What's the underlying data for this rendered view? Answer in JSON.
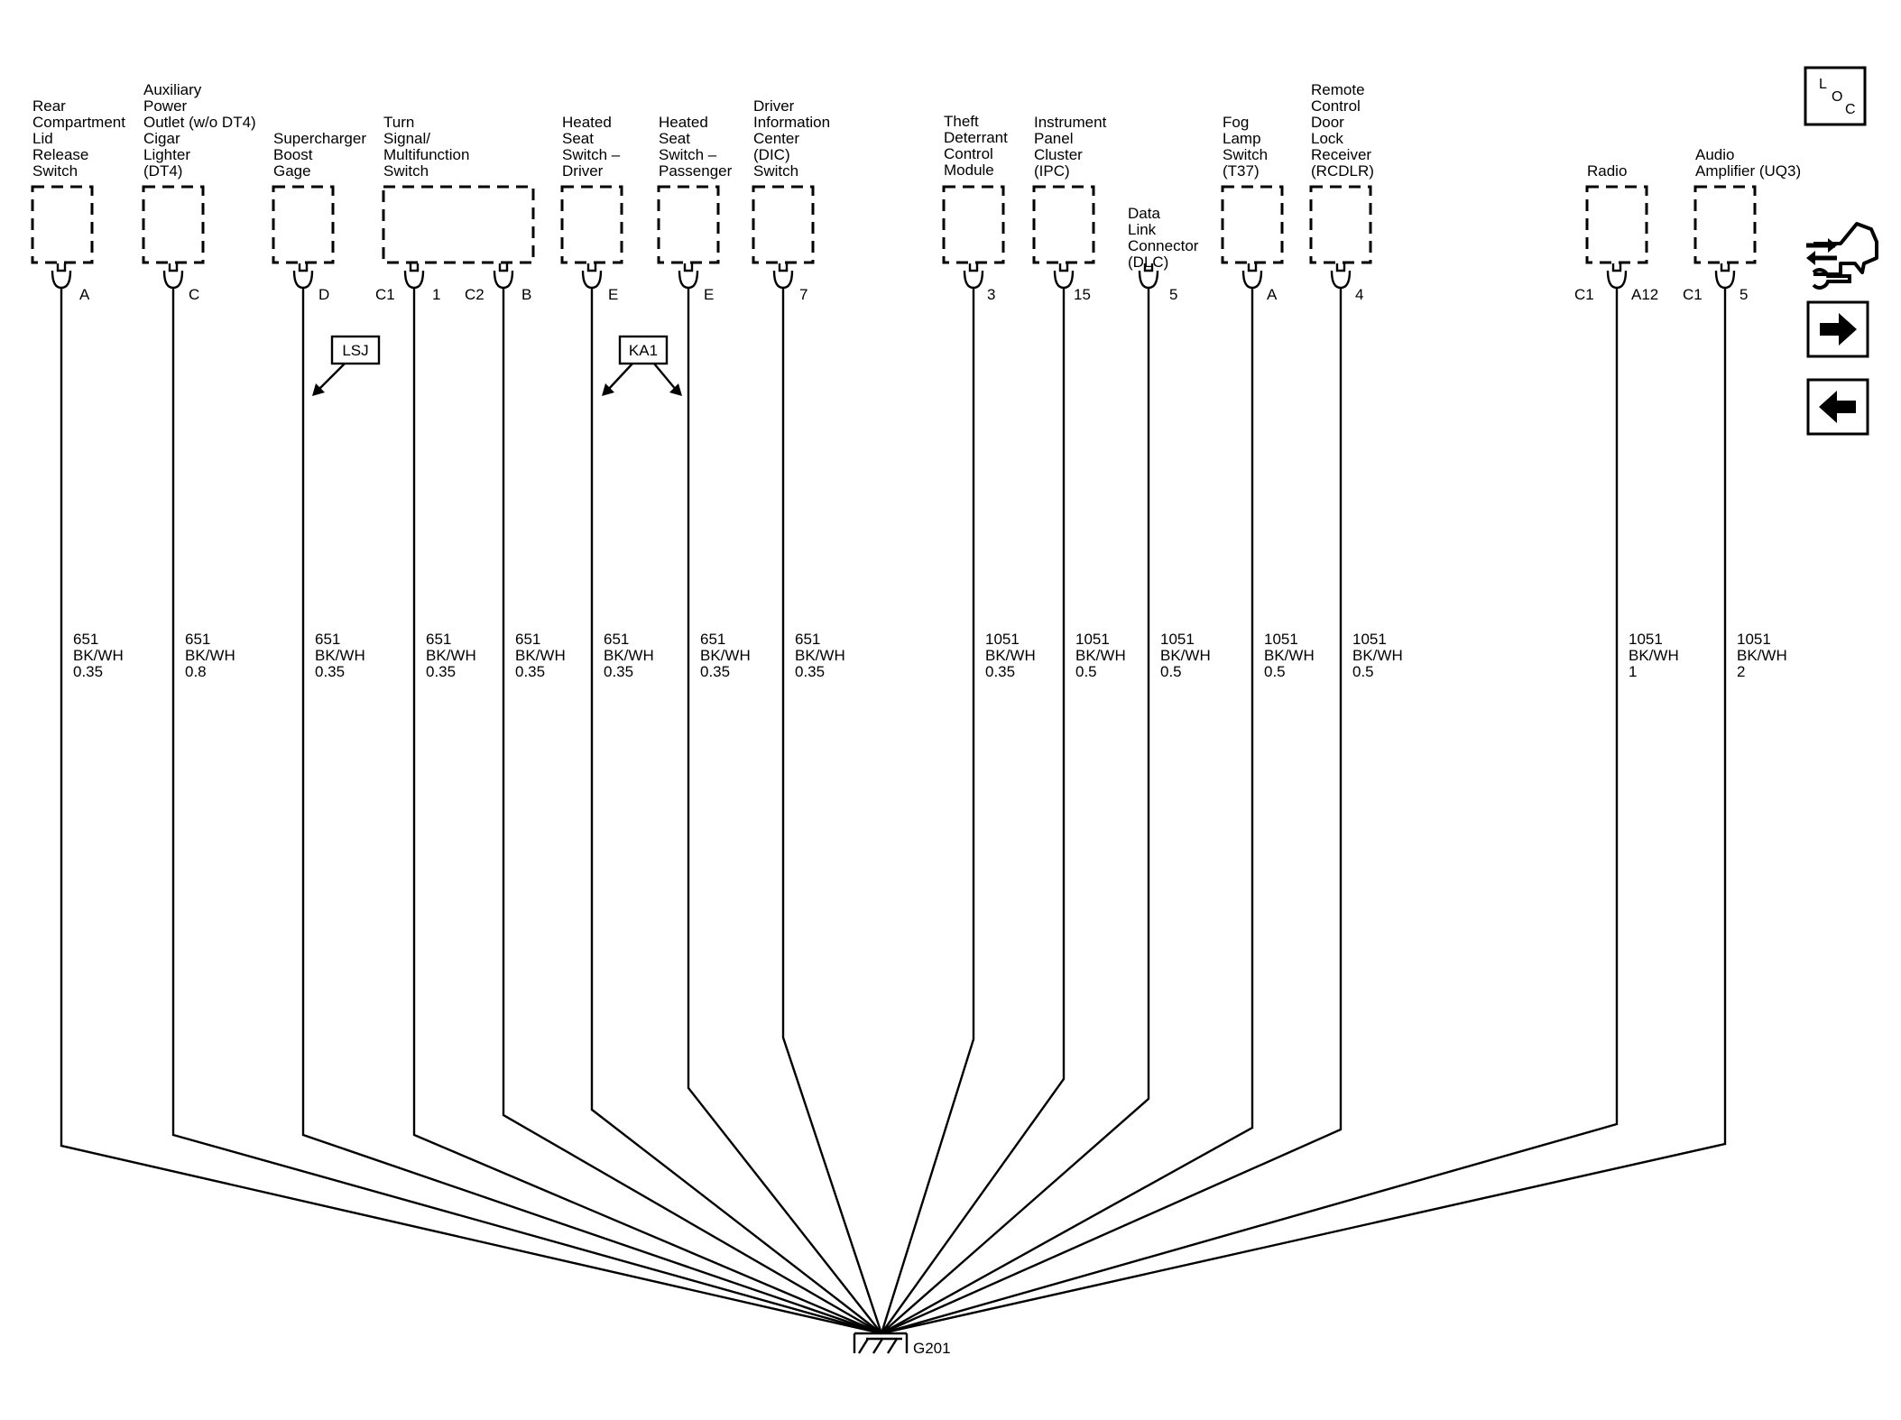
{
  "ground": {
    "id": "G201"
  },
  "nav": {
    "loc": [
      "L",
      "O",
      "C"
    ]
  },
  "options": {
    "lsj": "LSJ",
    "ka1": "KA1"
  },
  "icons": {
    "loc": "loc-icon",
    "component_locator": "component-locator-icon",
    "forward": "arrow-right-icon",
    "back": "arrow-left-icon"
  },
  "components": [
    {
      "lines": [
        "Rear",
        "Compartment",
        "Lid",
        "Release",
        "Switch"
      ],
      "pins": [
        "A"
      ]
    },
    {
      "lines": [
        "Auxiliary",
        "Power",
        "Outlet (w/o DT4)",
        "Cigar",
        "Lighter",
        "(DT4)"
      ],
      "pins": [
        "C"
      ]
    },
    {
      "lines": [
        "Supercharger",
        "Boost",
        "Gage"
      ],
      "pins": [
        "D"
      ]
    },
    {
      "lines": [
        "Turn",
        "Signal/",
        "Multifunction",
        "Switch"
      ],
      "pins": [
        "C1",
        "1",
        "C2",
        "B"
      ]
    },
    {
      "lines": [
        "Heated",
        "Seat",
        "Switch –",
        "Driver"
      ],
      "pins": [
        "E"
      ]
    },
    {
      "lines": [
        "Heated",
        "Seat",
        "Switch –",
        "Passenger"
      ],
      "pins": [
        "E"
      ]
    },
    {
      "lines": [
        "Driver",
        "Information",
        "Center",
        "(DIC)",
        "Switch"
      ],
      "pins": [
        "7"
      ]
    },
    {
      "lines": [
        "Theft",
        "Deterrant",
        "Control",
        "Module"
      ],
      "pins": [
        "3"
      ]
    },
    {
      "lines": [
        "Instrument",
        "Panel",
        "Cluster",
        "(IPC)"
      ],
      "pins": [
        "15"
      ]
    },
    {
      "lines": [
        "Data",
        "Link",
        "Connector",
        "(DLC)"
      ],
      "pins": [
        "5"
      ]
    },
    {
      "lines": [
        "Fog",
        "Lamp",
        "Switch",
        "(T37)"
      ],
      "pins": [
        "A"
      ]
    },
    {
      "lines": [
        "Remote",
        "Control",
        "Door",
        "Lock",
        "Receiver",
        "(RCDLR)"
      ],
      "pins": [
        "4"
      ]
    },
    {
      "lines": [
        "Radio"
      ],
      "pins": [
        "C1",
        "A12"
      ]
    },
    {
      "lines": [
        "Audio",
        "Amplifier (UQ3)"
      ],
      "pins": [
        "C1",
        "5"
      ]
    }
  ],
  "wires": [
    {
      "circuit": "651",
      "color": "BK/WH",
      "size": "0.35"
    },
    {
      "circuit": "651",
      "color": "BK/WH",
      "size": "0.8"
    },
    {
      "circuit": "651",
      "color": "BK/WH",
      "size": "0.35"
    },
    {
      "circuit": "651",
      "color": "BK/WH",
      "size": "0.35"
    },
    {
      "circuit": "651",
      "color": "BK/WH",
      "size": "0.35"
    },
    {
      "circuit": "651",
      "color": "BK/WH",
      "size": "0.35"
    },
    {
      "circuit": "651",
      "color": "BK/WH",
      "size": "0.35"
    },
    {
      "circuit": "651",
      "color": "BK/WH",
      "size": "0.35"
    },
    {
      "circuit": "1051",
      "color": "BK/WH",
      "size": "0.35"
    },
    {
      "circuit": "1051",
      "color": "BK/WH",
      "size": "0.5"
    },
    {
      "circuit": "1051",
      "color": "BK/WH",
      "size": "0.5"
    },
    {
      "circuit": "1051",
      "color": "BK/WH",
      "size": "0.5"
    },
    {
      "circuit": "1051",
      "color": "BK/WH",
      "size": "0.5"
    },
    {
      "circuit": "1051",
      "color": "BK/WH",
      "size": "1"
    },
    {
      "circuit": "1051",
      "color": "BK/WH",
      "size": "2"
    }
  ]
}
